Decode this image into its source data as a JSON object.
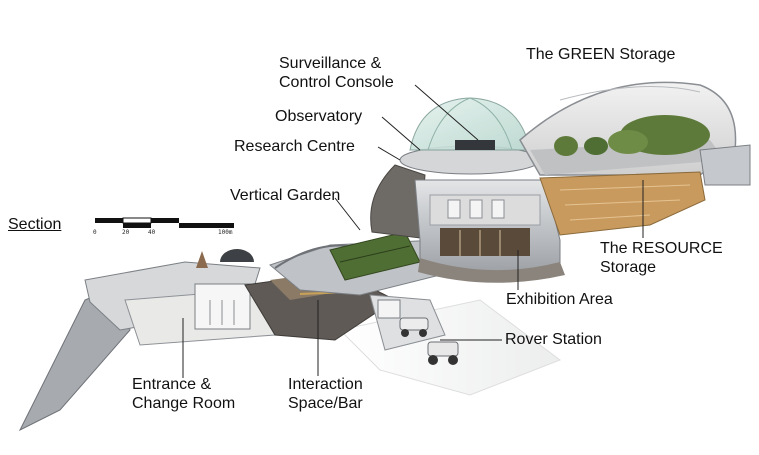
{
  "labels": {
    "surveillance_l1": "Surveillance &",
    "surveillance_l2": "Control Console",
    "green_storage": "The GREEN Storage",
    "observatory": "Observatory",
    "research_centre": "Research Centre",
    "vertical_garden": "Vertical Garden",
    "resource_l1": "The RESOURCE",
    "resource_l2": "Storage",
    "exhibition_area": "Exhibition Area",
    "rover_station": "Rover Station",
    "entrance_l1": "Entrance &",
    "entrance_l2": "Change Room",
    "interaction_l1": "Interaction",
    "interaction_l2": "Space/Bar"
  },
  "scale": {
    "title": "Section",
    "ticks": [
      "0",
      "20",
      "40",
      "100m"
    ]
  },
  "colors": {
    "shell": "#c9ccd0",
    "shell_dark": "#8e9297",
    "floor": "#e6e6e4",
    "dome_glass": "#cfe6e0",
    "greenery": "#5e7a3a",
    "storage_wood": "#c99a5e",
    "leader": "#222222"
  }
}
